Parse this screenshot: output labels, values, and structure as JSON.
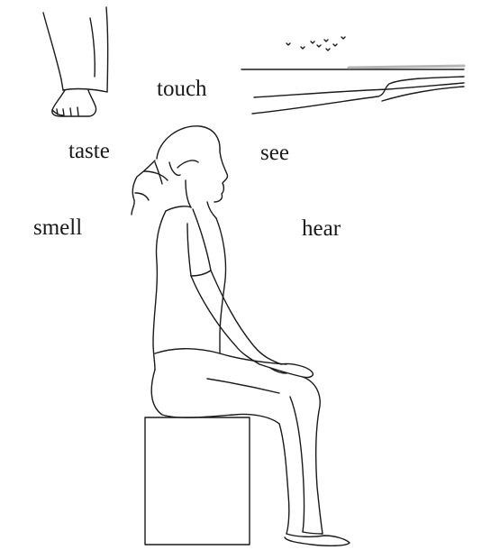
{
  "senses": {
    "touch": "touch",
    "taste": "taste",
    "see": "see",
    "smell": "smell",
    "hear": "hear"
  },
  "figures": {
    "foot": "foot-drawing",
    "seascape": "seascape-drawing",
    "woman": "seated-woman-drawing",
    "box": "box-seat"
  },
  "colors": {
    "ink": "#1a1a1a",
    "horizon_shade": "#b5b5b5",
    "background": "#ffffff"
  }
}
